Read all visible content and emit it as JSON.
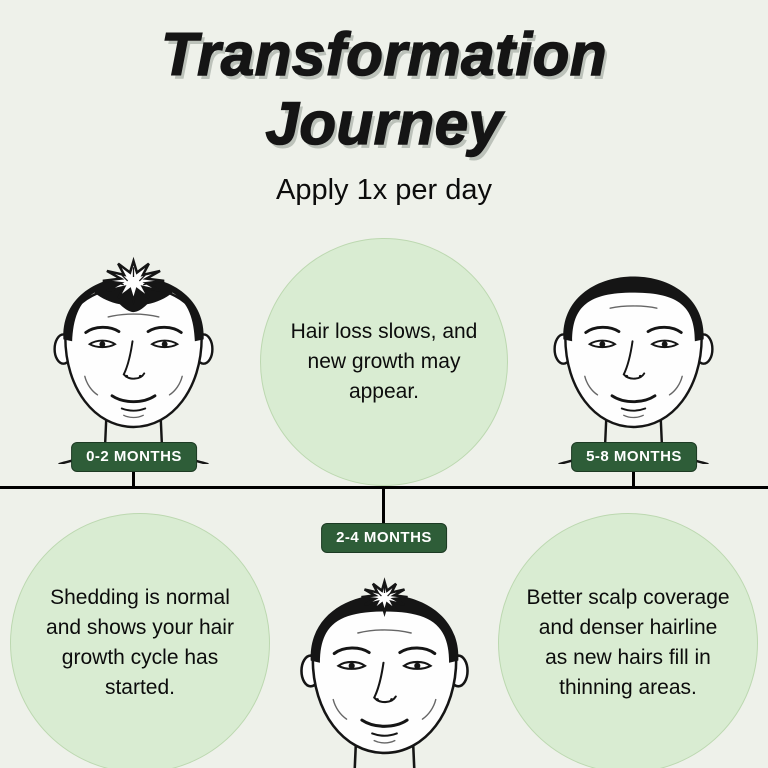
{
  "header": {
    "title_line1": "Transformation",
    "title_line2": "Journey",
    "subtitle": "Apply 1x per day"
  },
  "stages": [
    {
      "label": "0-2 MONTHS",
      "description": "Shedding is normal and shows your hair growth cycle has started."
    },
    {
      "label": "2-4 MONTHS",
      "description": "Hair loss slows, and new growth may appear."
    },
    {
      "label": "5-8 MONTHS",
      "description": "Better scalp coverage and denser hairline as new hairs fill in thinning areas."
    }
  ],
  "colors": {
    "background": "#eef1ea",
    "bubble_fill": "#d9ecd2",
    "bubble_border": "#bcd8b0",
    "label_bg": "#2e5d38",
    "label_text": "#ffffff",
    "timeline": "#000000",
    "title_shadow": "#bcc2ba"
  }
}
